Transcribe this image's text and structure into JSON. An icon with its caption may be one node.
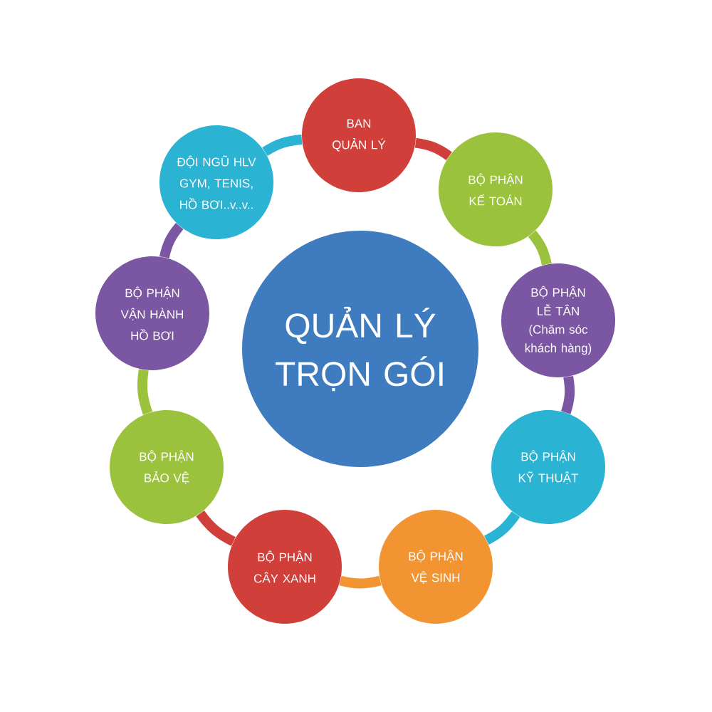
{
  "diagram": {
    "nodes": [
      {
        "text": [
          "QUẢN LÝ TRỌN GÓI"
        ]
      },
      {
        "text": [
          "BAN QUẢN LÝ"
        ]
      },
      {
        "text": [
          "BỘ PHẬN KẾ TOÁN"
        ]
      },
      {
        "text": [
          "BỘ PHẬN LỄ TÂN",
          "(Chăm sóc khách hàng)"
        ]
      },
      {
        "text": [
          "BỘ PHẬN KỸ THUẬT"
        ]
      },
      {
        "text": [
          "BỘ PHẬN VỆ SINH"
        ]
      },
      {
        "text": [
          "BỘ PHẬN CÂY XANH"
        ]
      },
      {
        "text": [
          "BỘ PHẬN BẢO VỆ"
        ]
      },
      {
        "text": [
          "BỘ PHẬN VẬN HÀNH HỒ BƠI"
        ]
      },
      {
        "text": [
          "ĐỘI NGŨ HLV GYM, TENIS, HỒ BƠI..v..v.."
        ]
      }
    ],
    "edges": [
      {
        "from": 1,
        "to": 2,
        "arrow": "none",
        "color": "#d13f3a"
      },
      {
        "from": 2,
        "to": 3,
        "arrow": "none",
        "color": "#9bc23c"
      },
      {
        "from": 3,
        "to": 4,
        "arrow": "none",
        "color": "#7b57a3"
      },
      {
        "from": 4,
        "to": 5,
        "arrow": "none",
        "color": "#2ab3d2"
      },
      {
        "from": 5,
        "to": 6,
        "arrow": "none",
        "color": "#f39433"
      },
      {
        "from": 6,
        "to": 7,
        "arrow": "none",
        "color": "#d13f3a"
      },
      {
        "from": 7,
        "to": 8,
        "arrow": "none",
        "color": "#9bc23c"
      },
      {
        "from": 8,
        "to": 9,
        "arrow": "none",
        "color": "#7b57a3"
      },
      {
        "from": 9,
        "to": 1,
        "arrow": "none",
        "color": "#2ab3d2"
      }
    ]
  }
}
